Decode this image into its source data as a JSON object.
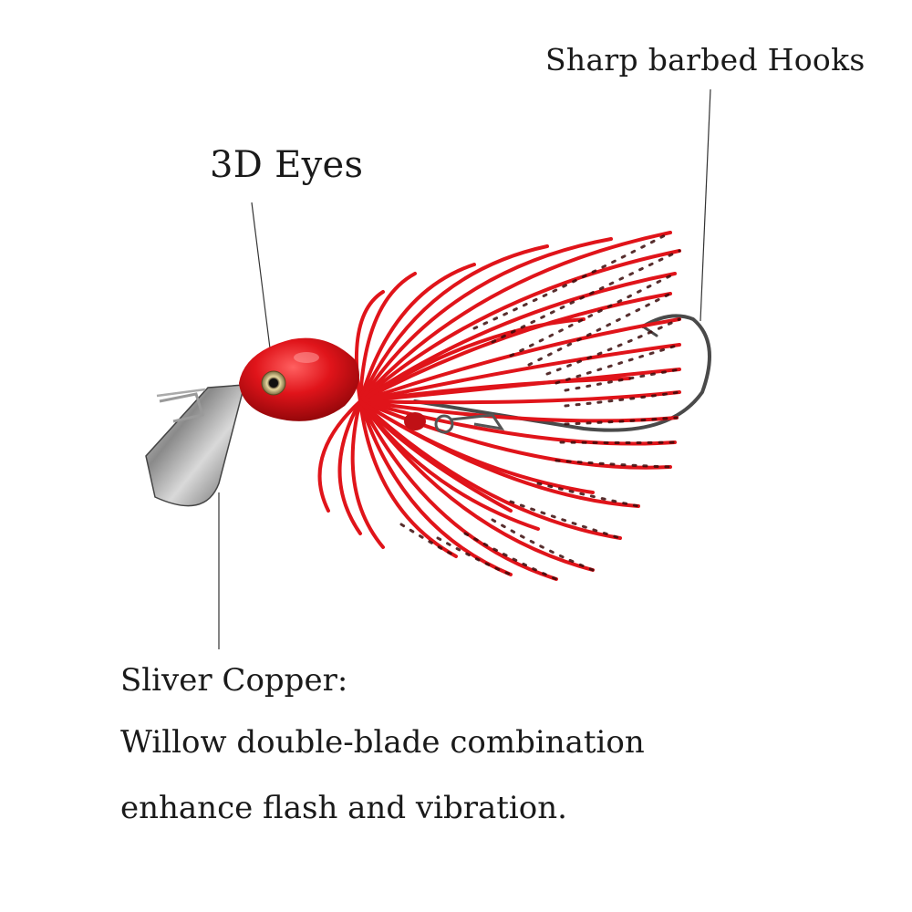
{
  "labels": {
    "hooks": "Sharp barbed Hooks",
    "eyes": "3D Eyes"
  },
  "description": {
    "line1": "Sliver Copper:",
    "line2": "Willow double-blade combination",
    "line3": "enhance flash and vibration."
  },
  "colors": {
    "skirt_red": "#e0141a",
    "skirt_dark": "#3a0a0a",
    "head_red": "#d8101a",
    "blade_silver": "#b8b8b8",
    "hook_steel": "#4a4a4a",
    "leader_line": "#333333"
  },
  "icon": "chatterbait-fishing-lure"
}
